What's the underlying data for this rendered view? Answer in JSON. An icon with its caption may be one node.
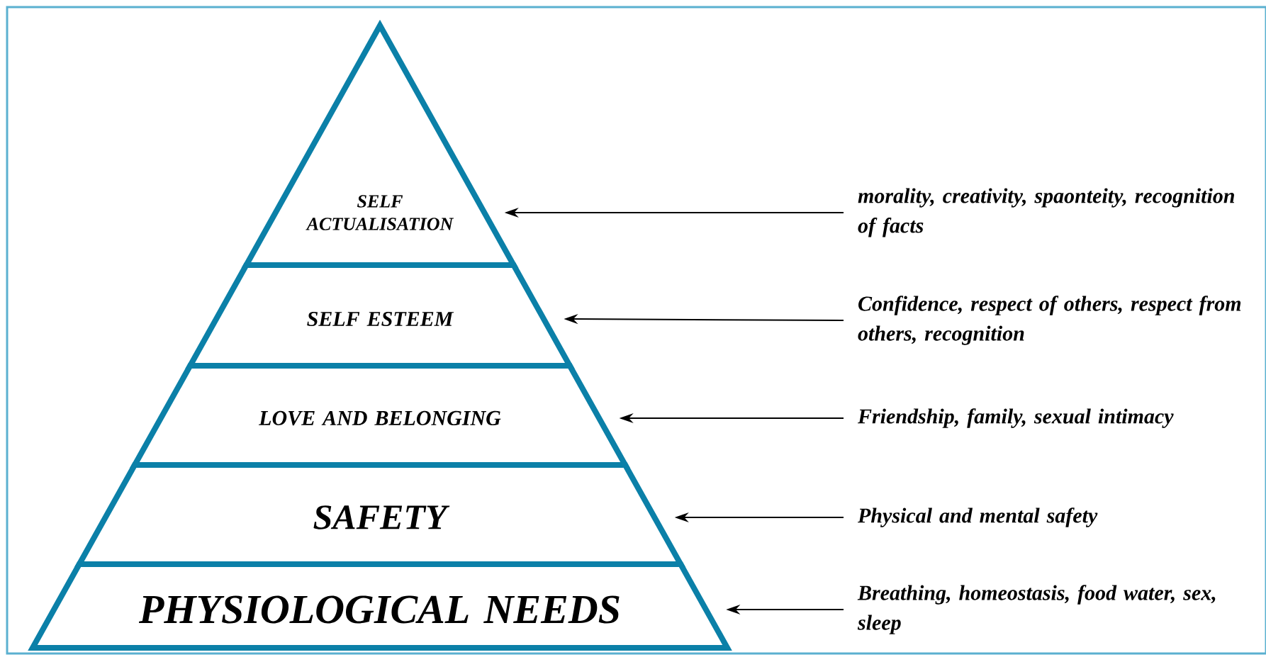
{
  "diagram": {
    "nodes": [
      {
        "text": [
          "SELF ACTUALISATION"
        ]
      },
      {
        "text": [
          "SELF ESTEEM"
        ]
      },
      {
        "text": [
          "LOVE AND BELONGING"
        ]
      },
      {
        "text": [
          "SAFETY"
        ]
      },
      {
        "text": [
          "PHYSIOLOGICAL NEEDS"
        ]
      },
      {
        "text": [
          "morality, creativity, spaonteity, recognition of facts"
        ]
      },
      {
        "text": [
          "Confidence, respect of others, respect from others, recognition"
        ]
      },
      {
        "text": [
          "Friendship, family, sexual intimacy"
        ]
      },
      {
        "text": [
          "Physical and mental safety"
        ]
      },
      {
        "text": [
          "Breathing, homeostasis, food water, sex, sleep"
        ]
      }
    ],
    "edges": [
      {
        "from": 5,
        "to": 0,
        "arrow": "to"
      },
      {
        "from": 6,
        "to": 1,
        "arrow": "to"
      },
      {
        "from": 7,
        "to": 2,
        "arrow": "to"
      },
      {
        "from": 8,
        "to": 3,
        "arrow": "to"
      },
      {
        "from": 9,
        "to": 4,
        "arrow": "to"
      }
    ]
  }
}
